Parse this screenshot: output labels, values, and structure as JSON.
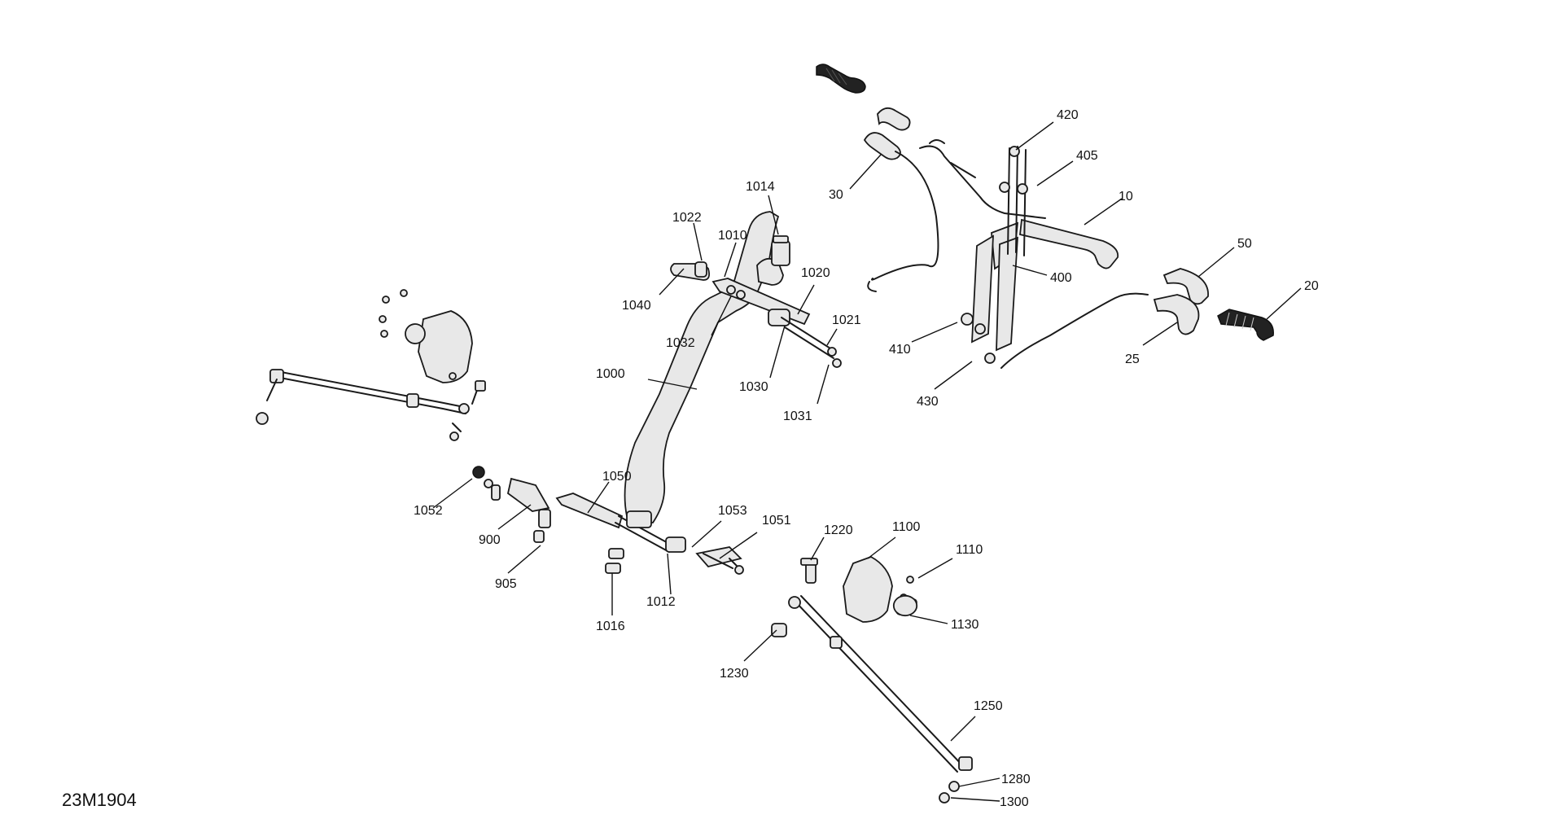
{
  "diagram": {
    "diagram_id": "23M1904",
    "callouts": [
      {
        "id": "c420",
        "label": "420"
      },
      {
        "id": "c405",
        "label": "405"
      },
      {
        "id": "c10",
        "label": "10"
      },
      {
        "id": "c30",
        "label": "30"
      },
      {
        "id": "c50",
        "label": "50"
      },
      {
        "id": "c20",
        "label": "20"
      },
      {
        "id": "c400",
        "label": "400"
      },
      {
        "id": "c410",
        "label": "410"
      },
      {
        "id": "c430",
        "label": "430"
      },
      {
        "id": "c25",
        "label": "25"
      },
      {
        "id": "c1014",
        "label": "1014"
      },
      {
        "id": "c1022",
        "label": "1022"
      },
      {
        "id": "c1010",
        "label": "1010"
      },
      {
        "id": "c1020",
        "label": "1020"
      },
      {
        "id": "c1040",
        "label": "1040"
      },
      {
        "id": "c1021",
        "label": "1021"
      },
      {
        "id": "c1032",
        "label": "1032"
      },
      {
        "id": "c1000",
        "label": "1000"
      },
      {
        "id": "c1030",
        "label": "1030"
      },
      {
        "id": "c1031",
        "label": "1031"
      },
      {
        "id": "c1050",
        "label": "1050"
      },
      {
        "id": "c1052",
        "label": "1052"
      },
      {
        "id": "c1053",
        "label": "1053"
      },
      {
        "id": "c1051",
        "label": "1051"
      },
      {
        "id": "c900",
        "label": "900"
      },
      {
        "id": "c905",
        "label": "905"
      },
      {
        "id": "c1012",
        "label": "1012"
      },
      {
        "id": "c1016",
        "label": "1016"
      },
      {
        "id": "c1220",
        "label": "1220"
      },
      {
        "id": "c1100",
        "label": "1100"
      },
      {
        "id": "c1110",
        "label": "1110"
      },
      {
        "id": "c1130",
        "label": "1130"
      },
      {
        "id": "c1230",
        "label": "1230"
      },
      {
        "id": "c1250",
        "label": "1250"
      },
      {
        "id": "c1280",
        "label": "1280"
      },
      {
        "id": "c1300",
        "label": "1300"
      }
    ]
  }
}
